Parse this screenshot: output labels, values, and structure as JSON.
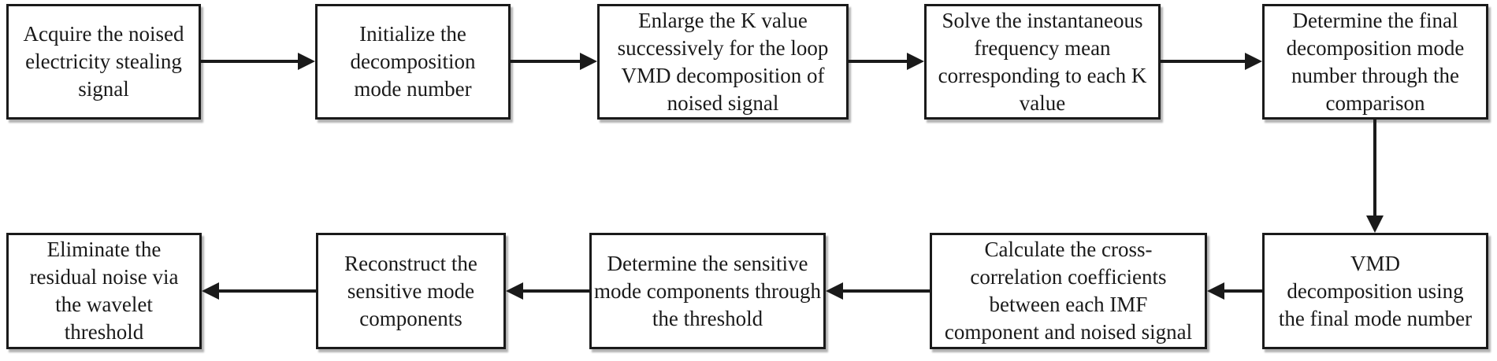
{
  "colors": {
    "line": "#1a1a1a",
    "text": "#1a1a1a",
    "background": "#ffffff"
  },
  "diagram": {
    "type": "flowchart",
    "steps": [
      {
        "id": 1,
        "label": "Acquire the noised\nelectricity stealing\nsignal"
      },
      {
        "id": 2,
        "label": "Initialize the\ndecomposition\nmode number"
      },
      {
        "id": 3,
        "label": "Enlarge the K value\nsuccessively for the loop\nVMD decomposition of\nnoised signal"
      },
      {
        "id": 4,
        "label": "Solve the instantaneous\nfrequency mean\ncorresponding to each K\nvalue"
      },
      {
        "id": 5,
        "label": "Determine the final\ndecomposition mode\nnumber through the\ncomparison"
      },
      {
        "id": 6,
        "label": "VMD\ndecomposition using\nthe final mode number"
      },
      {
        "id": 7,
        "label": "Calculate the cross-\ncorrelation coefficients\nbetween each IMF\ncomponent and noised signal"
      },
      {
        "id": 8,
        "label": "Determine the sensitive\nmode components through\nthe threshold"
      },
      {
        "id": 9,
        "label": "Reconstruct the\nsensitive mode\ncomponents"
      },
      {
        "id": 10,
        "label": "Eliminate the\nresidual noise via\nthe wavelet\nthreshold"
      }
    ],
    "connections": [
      {
        "from": 1,
        "to": 2,
        "direction": "right"
      },
      {
        "from": 2,
        "to": 3,
        "direction": "right"
      },
      {
        "from": 3,
        "to": 4,
        "direction": "right"
      },
      {
        "from": 4,
        "to": 5,
        "direction": "right"
      },
      {
        "from": 5,
        "to": 6,
        "direction": "down"
      },
      {
        "from": 6,
        "to": 7,
        "direction": "left"
      },
      {
        "from": 7,
        "to": 8,
        "direction": "left"
      },
      {
        "from": 8,
        "to": 9,
        "direction": "left"
      },
      {
        "from": 9,
        "to": 10,
        "direction": "left"
      }
    ]
  }
}
